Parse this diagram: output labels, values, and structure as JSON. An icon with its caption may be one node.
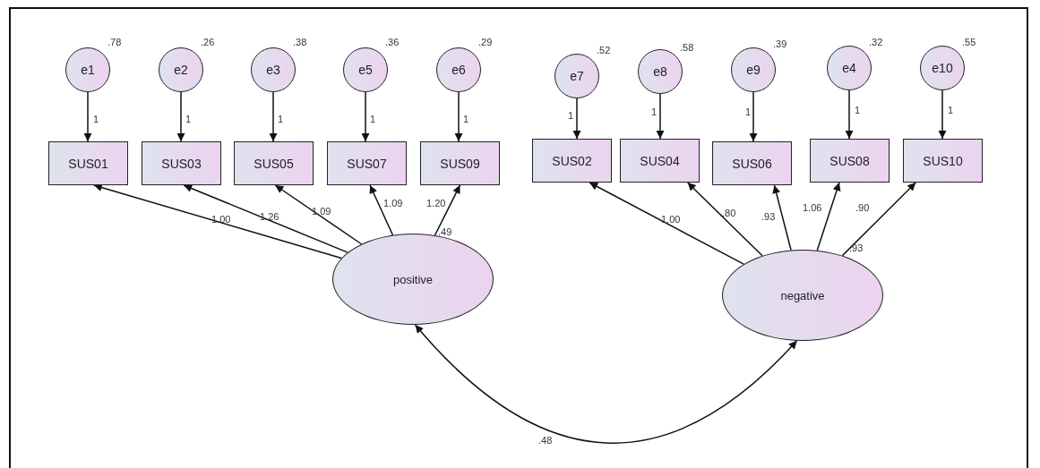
{
  "diagram": {
    "nodes": [
      {
        "text": [
          "e1"
        ],
        "beside": [
          ".78"
        ]
      },
      {
        "text": [
          "e2"
        ],
        "beside": [
          ".26"
        ]
      },
      {
        "text": [
          "e3"
        ],
        "beside": [
          ".38"
        ]
      },
      {
        "text": [
          "e5"
        ],
        "beside": [
          ".36"
        ]
      },
      {
        "text": [
          "e6"
        ],
        "beside": [
          ".29"
        ]
      },
      {
        "text": [
          "e7"
        ],
        "beside": [
          ".52"
        ]
      },
      {
        "text": [
          "e8"
        ],
        "beside": [
          ".58"
        ]
      },
      {
        "text": [
          "e9"
        ],
        "beside": [
          ".39"
        ]
      },
      {
        "text": [
          "e4"
        ],
        "beside": [
          ".32"
        ]
      },
      {
        "text": [
          "e10"
        ],
        "beside": [
          ".55"
        ]
      },
      {
        "text": [
          "SUS01"
        ]
      },
      {
        "text": [
          "SUS03"
        ]
      },
      {
        "text": [
          "SUS05"
        ]
      },
      {
        "text": [
          "SUS07"
        ]
      },
      {
        "text": [
          "SUS09"
        ]
      },
      {
        "text": [
          "SUS02"
        ]
      },
      {
        "text": [
          "SUS04"
        ]
      },
      {
        "text": [
          "SUS06"
        ]
      },
      {
        "text": [
          "SUS08"
        ]
      },
      {
        "text": [
          "SUS10"
        ]
      },
      {
        "text": [
          "positive"
        ],
        "beside": [
          ".49"
        ]
      },
      {
        "text": [
          "negative"
        ],
        "beside": [
          ".93"
        ]
      }
    ],
    "edges": [
      {
        "from": 0,
        "to": 10,
        "arrow": "to",
        "label": "1"
      },
      {
        "from": 1,
        "to": 11,
        "arrow": "to",
        "label": "1"
      },
      {
        "from": 2,
        "to": 12,
        "arrow": "to",
        "label": "1"
      },
      {
        "from": 3,
        "to": 13,
        "arrow": "to",
        "label": "1"
      },
      {
        "from": 4,
        "to": 14,
        "arrow": "to",
        "label": "1"
      },
      {
        "from": 5,
        "to": 15,
        "arrow": "to",
        "label": "1"
      },
      {
        "from": 6,
        "to": 16,
        "arrow": "to",
        "label": "1"
      },
      {
        "from": 7,
        "to": 17,
        "arrow": "to",
        "label": "1"
      },
      {
        "from": 8,
        "to": 18,
        "arrow": "to",
        "label": "1"
      },
      {
        "from": 9,
        "to": 19,
        "arrow": "to",
        "label": "1"
      },
      {
        "from": 20,
        "to": 10,
        "arrow": "to",
        "label": "1.00"
      },
      {
        "from": 20,
        "to": 11,
        "arrow": "to",
        "label": "1.26"
      },
      {
        "from": 20,
        "to": 12,
        "arrow": "to",
        "label": "1.09"
      },
      {
        "from": 20,
        "to": 13,
        "arrow": "to",
        "label": "1.09"
      },
      {
        "from": 20,
        "to": 14,
        "arrow": "to",
        "label": "1.20"
      },
      {
        "from": 21,
        "to": 15,
        "arrow": "to",
        "label": "1.00"
      },
      {
        "from": 21,
        "to": 16,
        "arrow": "to",
        "label": ".80"
      },
      {
        "from": 21,
        "to": 17,
        "arrow": "to",
        "label": ".93"
      },
      {
        "from": 21,
        "to": 18,
        "arrow": "to",
        "label": "1.06"
      },
      {
        "from": 21,
        "to": 19,
        "arrow": "to",
        "label": ".90"
      },
      {
        "from": 20,
        "to": 21,
        "arrow": "both",
        "label": ".48"
      }
    ]
  }
}
